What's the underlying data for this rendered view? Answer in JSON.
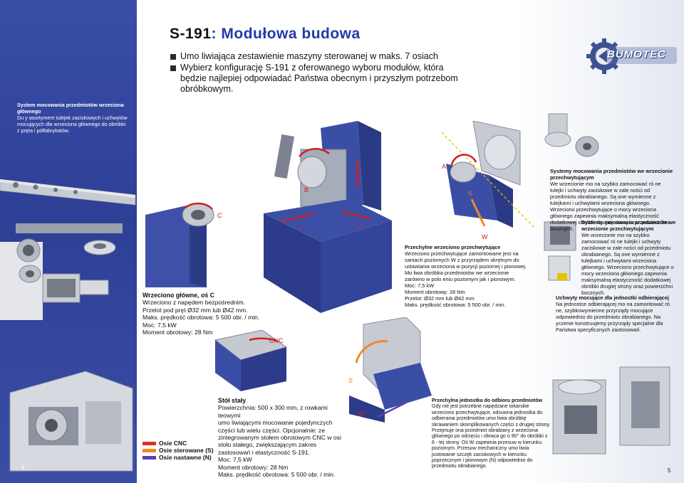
{
  "title": {
    "prefix": "S-191",
    "suffix": ": Modułowa budowa"
  },
  "bullets": [
    "Umo liwiająca zestawienie maszyny sterowanej w maks. 7 osiach",
    "Wybierz konfigurację S-191 z oferowanego wyboru modułów, która będzie najlepiej odpowiadać Państwa obecnym i przyszłym potrzebom obróbkowym."
  ],
  "logo": {
    "text": "BUMOTEC"
  },
  "left_note": {
    "heading": "System mocowania przedmiotów wrzeciona głównego",
    "body": "Du y asortyment tulejek zaciskowych i uchwytów mocujących dla wrzeciona głównego do obróbki z pręta i półfabrykatów."
  },
  "main_spindle": {
    "heading": "Wrzeciono główne, oś C",
    "lines": [
      "Wrzeciono z napędem bezpośrednim.",
      "Przelot pod pręt Ø32 mm lub Ø42 mm.",
      "Maks. prędkość obrotowa: 5 500 obr. / min.",
      "Moc: 7,5 kW",
      "Moment obrotowy: 28 Nm"
    ]
  },
  "tilting_spindle": {
    "heading": "Przechylne wrzeciono przechwytujące",
    "lines": [
      "Wrzeciono przechwytujące zamontowane jest na saniach poziomych W z przyrządem skrętnym do ustawiania wrzeciona w pozycji poziomej i pionowej.",
      "Mo liwa obróbka przedmiotów we wrzecionie zarówno w polo eniu poziomym jak i pionowym.",
      "Moc: 7,5 kW",
      "Moment obrotowy: 28 Nm",
      "Przelot: Ø32 mm lub Ø42 mm",
      "Maks. prędkość obrotowa: 5 500 obr. / min."
    ]
  },
  "clamp_system_1": {
    "heading": "Systemy mocowania przedmiotów we wrzecionie przechwytującym",
    "body": "We wrzecionie mo na szybko zamocować ró ne tulejki i uchwyty zaciskowe w zale ności od przedmiotu obrabianego. Są one wymienne z tulejkami i uchwytami wrzeciona głównego. Wrzeciono przechwytujące o mocy wrzeciona głównego zapewnia maksymalną elastyczność dodatkowej obróbki drugiej strony oraz powierzchni bocznych."
  },
  "clamp_system_2": {
    "heading": "Systemy mocowania przedmiotów we wrzecionie przechwytującym",
    "body": "We wrzecionie mo na szybko zamocować ró ne tulejki i uchwyty zaciskowe w zale ności od przedmiotu obrabianego. Są one wymienne z tulejkami i uchwytami wrzeciona głównego. Wrzeciono przechwytujące o mocy wrzeciona głównego zapewnia maksymalną elastyczność dodatkowej obróbki drugiej strony oraz powierzchni bocznych."
  },
  "fixtures": {
    "heading": "Uchwyty mocujące dla jednostki odbierającej",
    "body": "Na jednostce odbierającej mo na zamontować ró ne, szybkowymienne przyrządy mocujące odpowiednio do przedmiotu obrabianego. Na yczenie konstruujemy przyrządy specjalne dla Państwa specyficznych zastosowań."
  },
  "fixed_table": {
    "heading": "Stół stały",
    "lines": [
      "Powierzchnia: 500 x 300 mm, z rowkami teowymi",
      "umo liwiającymi mocowanie pojedynczych części lub wielu części. Opcjonalnie: ze",
      "zintegrowanym stołem obrotowym CNC w osi",
      "stołu stałego, zwiększającym zakres",
      "zastosowań i elastyczność S-191.",
      "Moc: 7,5 kW",
      "Moment obrotowy: 28 Nm",
      "Maks. prędkość obrotowa: 5 500 obr. / min."
    ]
  },
  "pickup_unit": {
    "heading": "Przechylna jednostka do odbioru przedmiotów",
    "body": "Gdy nie jest potrzebne napędzane tokarskie wrzeciono przechwytujące, odsuwna jednostka do odbierania przedmiotów umo liwia obróbkę skrawaniem skomplikowanych części z drugiej strony. Przejmuje ona przedmiot obrabiany z wrzeciona głównego po odcięciu i obraca go o 90° do obróbki z 6 - tej strony. Oś W zapewnia przesuw w kierunku poziomym. Przesuw mechaniczny umo liwia justowanie szczęk zaciskowych w kierunku poprzecznym i pionowym (N) odpowiednio do przedmiotu obrabianego."
  },
  "legend": [
    {
      "label": "Osie CNC",
      "color": "#e0301e"
    },
    {
      "label": "Osie sterowane (S)",
      "color": "#f08a24"
    },
    {
      "label": "Osie nastawne (N)",
      "color": "#5b3db5"
    }
  ],
  "axis_labels": {
    "C": "C",
    "X": "X",
    "Y": "Y",
    "Z": "Z",
    "B": "B",
    "A": "A",
    "S1": "S",
    "W": "W",
    "CNC": "CNC",
    "S2": "S",
    "Wp": "W'"
  },
  "pages": {
    "left": "4",
    "right": "5"
  },
  "colors": {
    "title": "#223aa6",
    "band": "#2e3f96",
    "axis": "#d02020"
  }
}
